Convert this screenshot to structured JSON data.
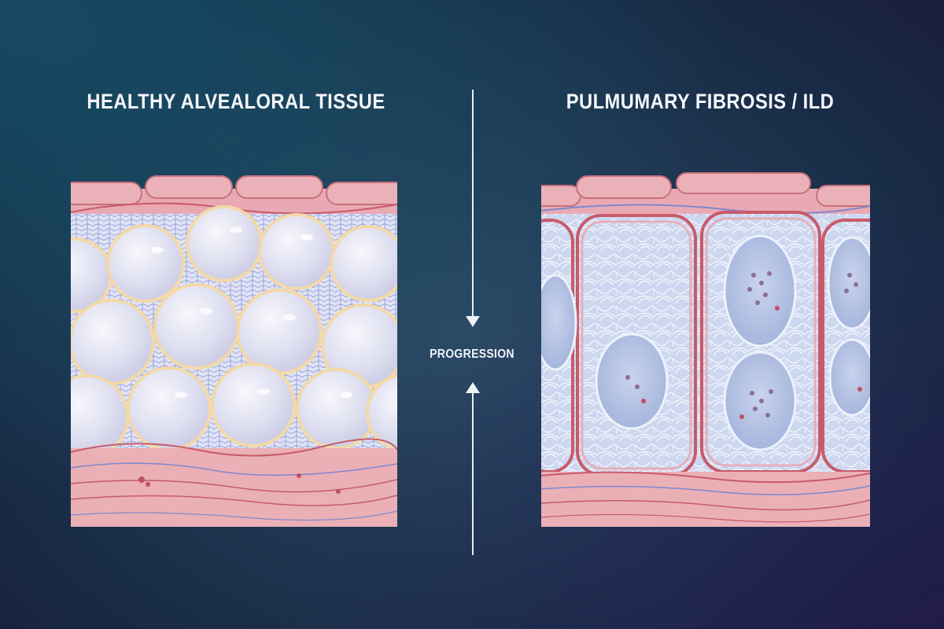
{
  "titles": {
    "left": "HEALTHY ALVEALORAL TISSUE",
    "right": "PULMUMARY FIBROSIS / ILD"
  },
  "center": {
    "progression_label": "PROGRESSION"
  },
  "colors": {
    "background": "#1f3752",
    "tissue_pink": "#e6a6b0",
    "membrane_red": "#c85a6a",
    "alveolus_fill": "#e4e4f2",
    "alveolus_rim": "#f3d9a8",
    "capillary_blue": "#6f78c8",
    "fibrosis_fiber": "#eef3fb",
    "fibrotic_cell": "#aab9dc"
  }
}
